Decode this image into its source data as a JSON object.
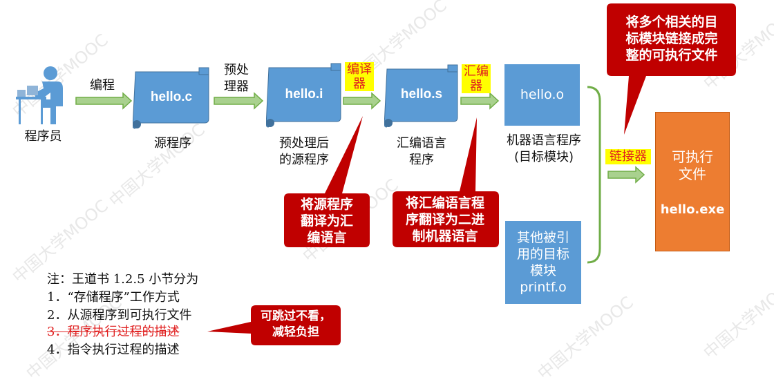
{
  "programmer": {
    "label": "程序员"
  },
  "edges": {
    "compile_label": "编程",
    "preprocess_label": "预处\n理器",
    "compiler_label": "编译\n器",
    "assembler_label": "汇编\n器",
    "linker_label": "链接器"
  },
  "files": {
    "source": {
      "name": "hello.c",
      "caption": "源程序"
    },
    "preprocessed": {
      "name": "hello.i",
      "caption": "预处理后\n的源程序"
    },
    "assembly": {
      "name": "hello.s",
      "caption": "汇编语言\n程序"
    },
    "object": {
      "name": "hello.o",
      "caption": "机器语言程序\n(目标模块)"
    },
    "other_objects": {
      "text": "其他被引\n用的目标\n模块\nprintf.o"
    },
    "executable": {
      "title": "可执行\n文件",
      "name": "hello.exe"
    }
  },
  "callouts": {
    "linker": "将多个相关的目\n标模块链接成完\n整的可执行文件",
    "compiler": "将源程序\n翻译为汇\n编语言",
    "assembler": "将汇编语言程\n序翻译为二进\n制机器语言",
    "skip": "可跳过不看，\n减轻负担"
  },
  "notes": {
    "title": "注：王道书 1.2.5 小节分为",
    "item1": "1．“存储程序”工作方式",
    "item2": "2．从源程序到可执行文件",
    "item3": "3．程序执行过程的描述",
    "item4": "4．指令执行过程的描述"
  },
  "watermark": {
    "text": "中国大学MOOC"
  },
  "colors": {
    "blue": "#5b9bd5",
    "orange": "#ed7d31",
    "red_callout": "#c00000",
    "green": "#70ad47",
    "highlight": "#ffff00"
  }
}
